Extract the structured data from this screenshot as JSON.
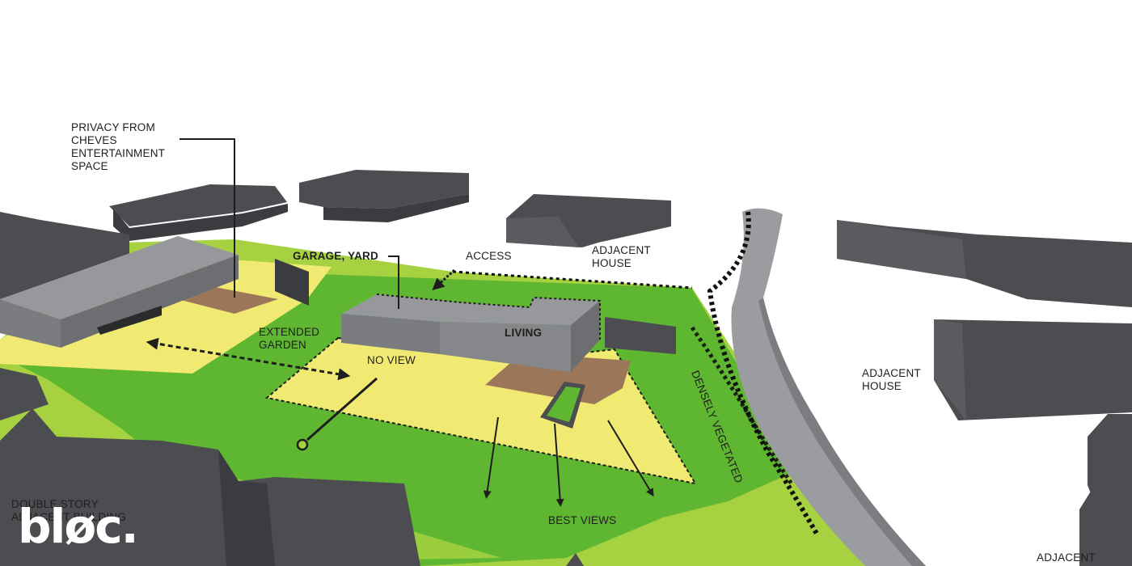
{
  "labels": {
    "privacy": "PRIVACY FROM\nCHEVES\nENTERTAINMENT\nSPACE",
    "garage_yard": "GARAGE, YARD",
    "access": "ACCESS",
    "adjacent_house_top": "ADJACENT\nHOUSE",
    "adjacent_house_right": "ADJACENT\nHOUSE",
    "adjacent_house_bottom": "ADJACENT",
    "extended_garden": "EXTENDED\nGARDEN",
    "no_view": "NO VIEW",
    "living": "LIVING",
    "densely_vegetated": "DENSELY VEGETATED",
    "double_story": "DOUBLE STORY\nADJACENT BUILDING",
    "best_views": "BEST VIEWS"
  },
  "logo": "bløc.",
  "colors": {
    "lawn_light": "#a6d242",
    "lawn_dark": "#5fb731",
    "yard_yellow": "#f1ea72",
    "deck_brown": "#9c7658",
    "building_dark": "#4c4d50",
    "building_light": "#97989b",
    "road": "#9b9c9f"
  }
}
